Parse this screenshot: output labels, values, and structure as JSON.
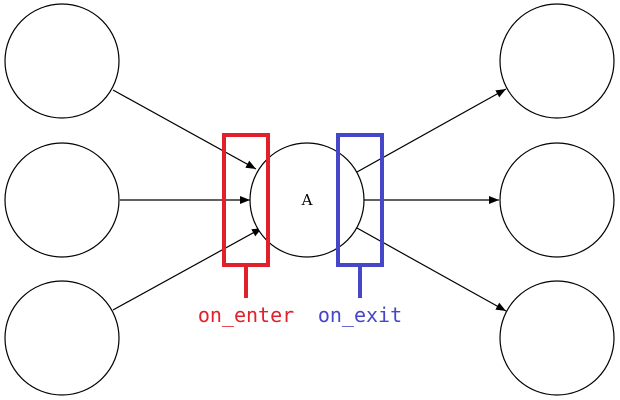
{
  "nodes": {
    "center": {
      "label": "A"
    }
  },
  "hooks": {
    "enter": {
      "label": "on_enter",
      "color": "#e0202a"
    },
    "exit": {
      "label": "on_exit",
      "color": "#4646c8"
    }
  },
  "colors": {
    "stroke": "#000000",
    "background": "#ffffff"
  }
}
